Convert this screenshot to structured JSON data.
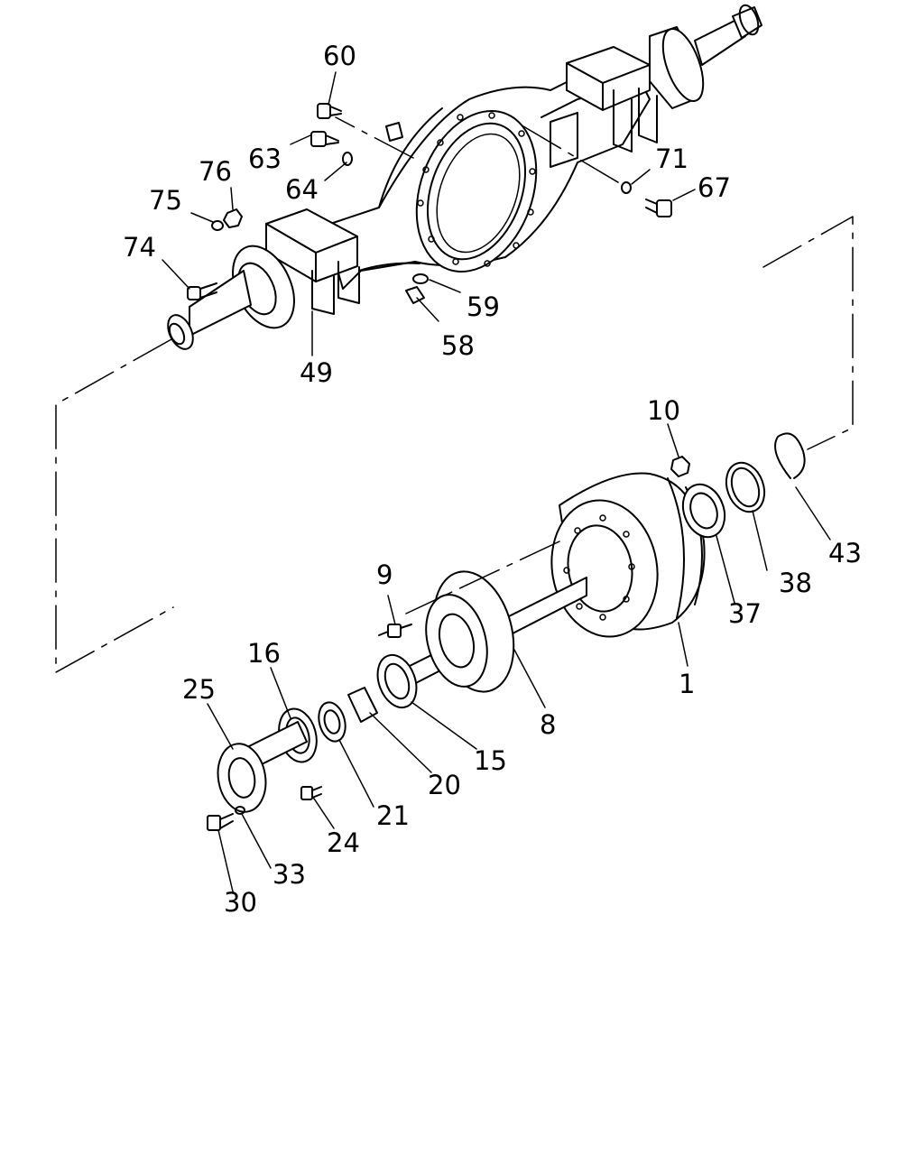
{
  "labels": {
    "p60": "60",
    "p63": "63",
    "p64": "64",
    "p76": "76",
    "p75": "75",
    "p74": "74",
    "p49": "49",
    "p59": "59",
    "p58": "58",
    "p71": "71",
    "p67": "67",
    "p10": "10",
    "p43": "43",
    "p38": "38",
    "p37": "37",
    "p1": "1",
    "p9": "9",
    "p8": "8",
    "p15": "15",
    "p20": "20",
    "p21": "21",
    "p16": "16",
    "p25": "25",
    "p24": "24",
    "p33": "33",
    "p30": "30"
  },
  "colors": {
    "line": "#000000",
    "background": "#ffffff"
  }
}
